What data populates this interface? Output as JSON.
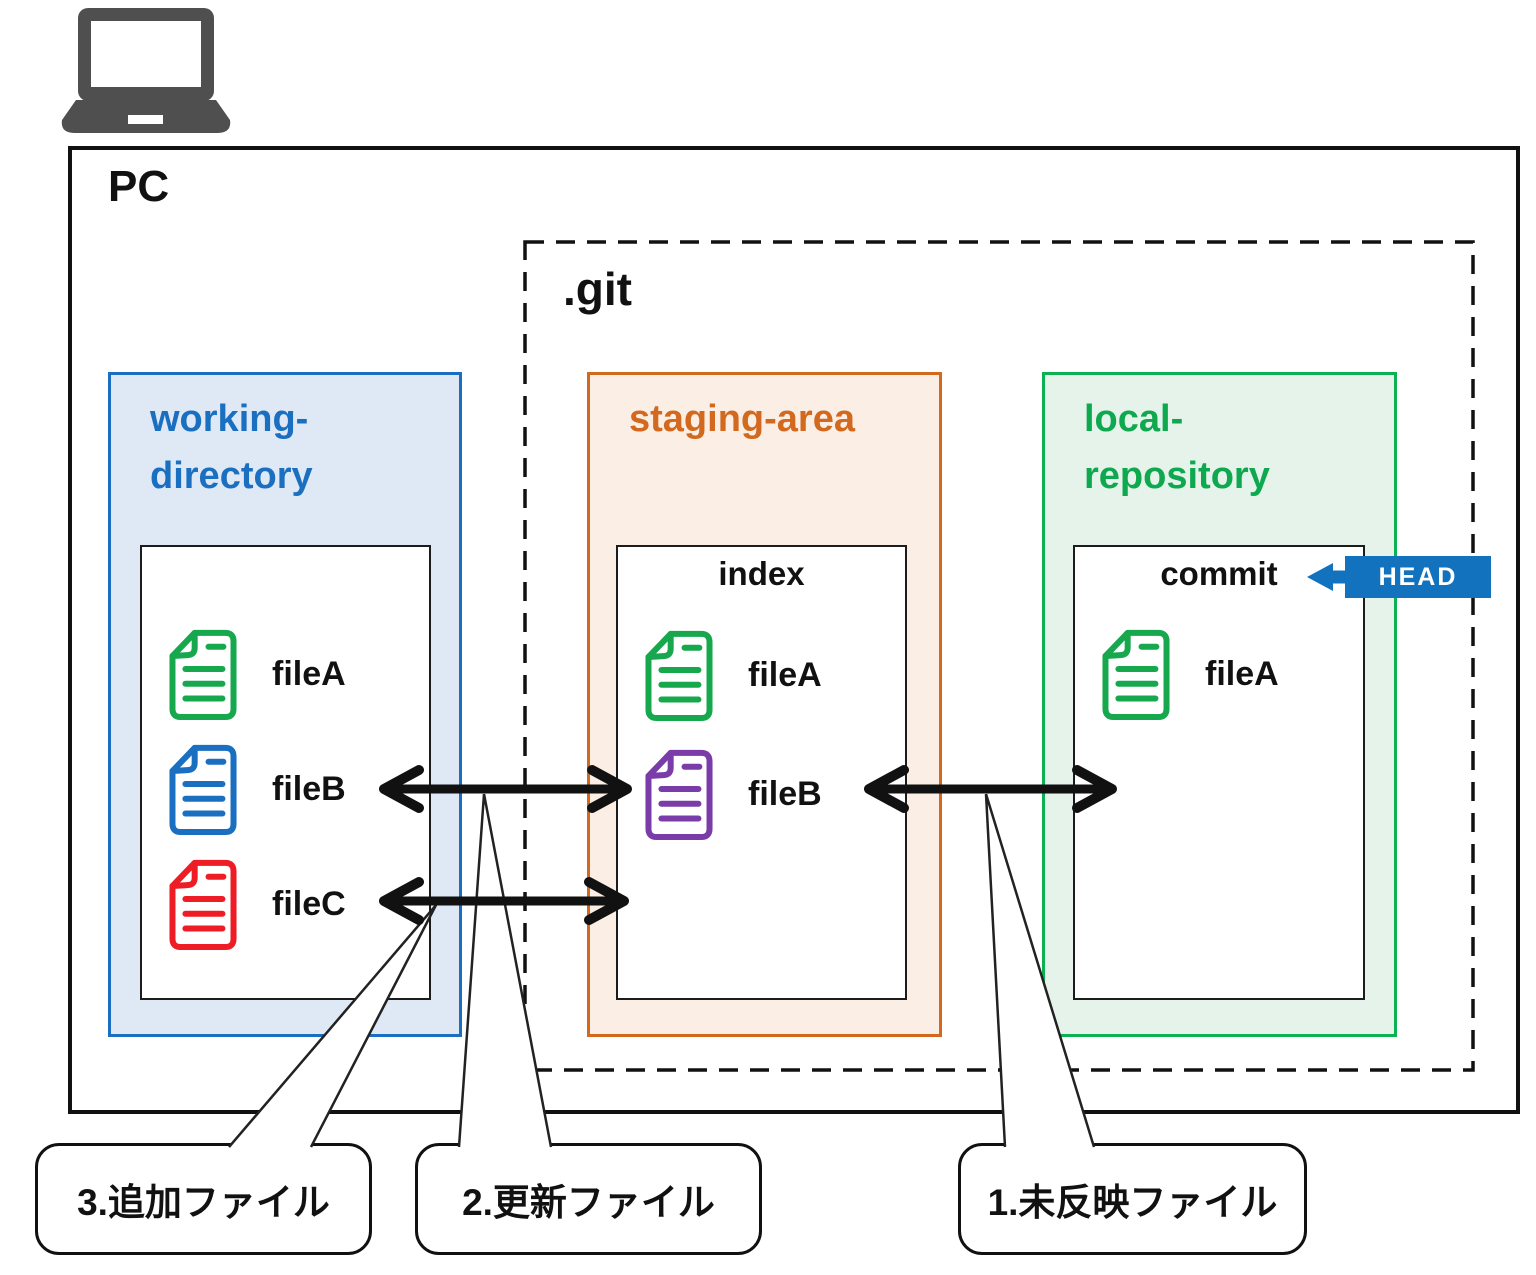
{
  "pc": {
    "label": "PC"
  },
  "git": {
    "label": ".git"
  },
  "working_directory": {
    "label_line1": "working-",
    "label_line2": "directory",
    "files": [
      {
        "name": "fileA",
        "icon": "document-icon",
        "color": "green"
      },
      {
        "name": "fileB",
        "icon": "document-icon",
        "color": "blue"
      },
      {
        "name": "fileC",
        "icon": "document-icon",
        "color": "red"
      }
    ]
  },
  "staging_area": {
    "label": "staging-area",
    "inner_label": "index",
    "files": [
      {
        "name": "fileA",
        "icon": "document-icon",
        "color": "green"
      },
      {
        "name": "fileB",
        "icon": "document-icon",
        "color": "purple"
      }
    ]
  },
  "local_repository": {
    "label_line1": "local-",
    "label_line2": "repository",
    "inner_label": "commit",
    "files": [
      {
        "name": "fileA",
        "icon": "document-icon",
        "color": "green"
      }
    ]
  },
  "head": {
    "label": "HEAD"
  },
  "callouts": [
    {
      "label": "3.追加ファイル"
    },
    {
      "label": "2.更新ファイル"
    },
    {
      "label": "1.未反映ファイル"
    }
  ],
  "palette": {
    "blue": "#1B6FC0",
    "blue_fill": "#DEE9F5",
    "orange": "#D2691E",
    "orange_fill": "#FBEFE5",
    "green_border": "#0CB153",
    "green_text": "#0EA84F",
    "green_fill": "#E5F3EA",
    "head_blue": "#1272BE",
    "file_green": "#17A84E",
    "file_blue": "#1B6FC0",
    "file_red": "#EE1C24",
    "file_purple": "#7A3CA8",
    "laptop_gray": "#4F4F4F",
    "line_black": "#111111"
  }
}
